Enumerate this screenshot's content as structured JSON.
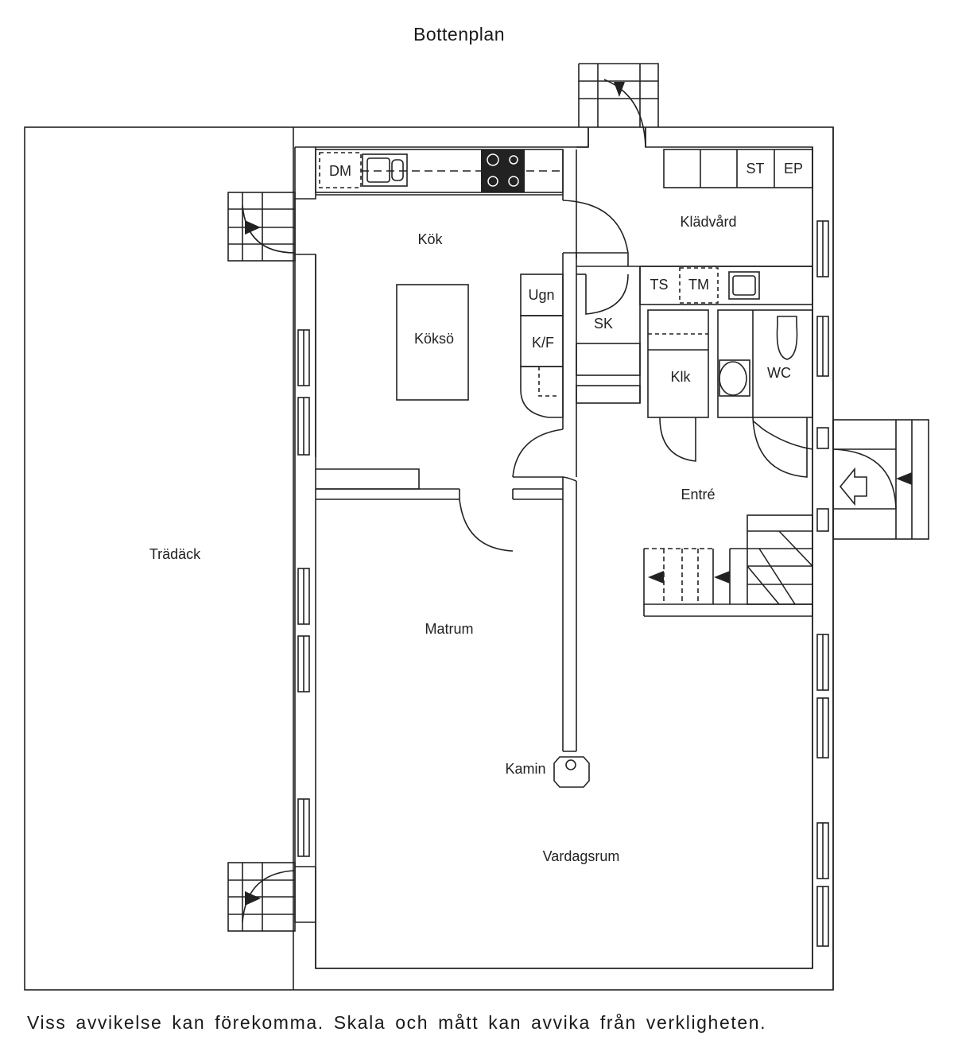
{
  "title": "Bottenplan",
  "disclaimer": "Viss avvikelse kan förekomma. Skala och mått kan avvika från verkligheten.",
  "rooms": {
    "kok": "Kök",
    "kokso": "Köksö",
    "kladvard": "Klädvård",
    "sk": "SK",
    "klk": "Klk",
    "wc": "WC",
    "entre": "Entré",
    "matrum": "Matrum",
    "vardagsrum": "Vardagsrum",
    "tradack": "Trädäck",
    "kamin": "Kamin"
  },
  "fixtures": {
    "dm": "DM",
    "ugn": "Ugn",
    "kf": "K/F",
    "st": "ST",
    "ep": "EP",
    "ts": "TS",
    "tm": "TM"
  }
}
